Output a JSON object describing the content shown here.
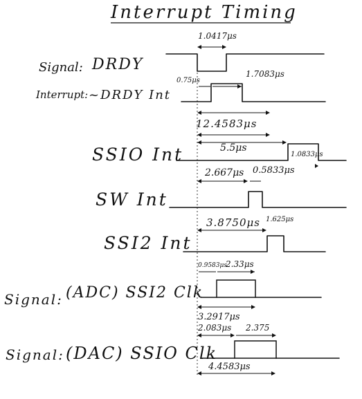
{
  "title": "Interrupt Timing",
  "rows": {
    "drdy": {
      "prefix": "Signal:",
      "name": "DRDY"
    },
    "drdy_int": {
      "prefix": "Interrupt:",
      "name": "~DRDY Int"
    },
    "ssio_int": {
      "name": "SSIO Int"
    },
    "sw_int": {
      "name": "SW Int"
    },
    "ssi2_int": {
      "name": "SSI2 Int"
    },
    "adc_clk": {
      "prefix": "Signal:",
      "name": "(ADC) SSI2 Clk"
    },
    "dac_clk": {
      "prefix": "Signal:",
      "name": "(DAC) SSIO Clk"
    }
  },
  "measurements": {
    "drdy_low": "1.0417μs",
    "drdy_int_delay": "0.75μs",
    "drdy_int_width": "1.7083μs",
    "period": "12.4583μs",
    "ssio_delay": "5.5μs",
    "ssio_width": "1.0833μs",
    "sw_delay": "2.667μs",
    "sw_width": "0.5833μs",
    "ssi2_delay": "3.8750μs",
    "ssi2_width": "1.625μs",
    "adc_delay": "0.9583μs",
    "adc_burst": "2.33μs",
    "adc_total": "3.2917μs",
    "dac_delay": "2.083μs",
    "dac_burst": "2.375",
    "dac_total": "4.4583μs"
  }
}
